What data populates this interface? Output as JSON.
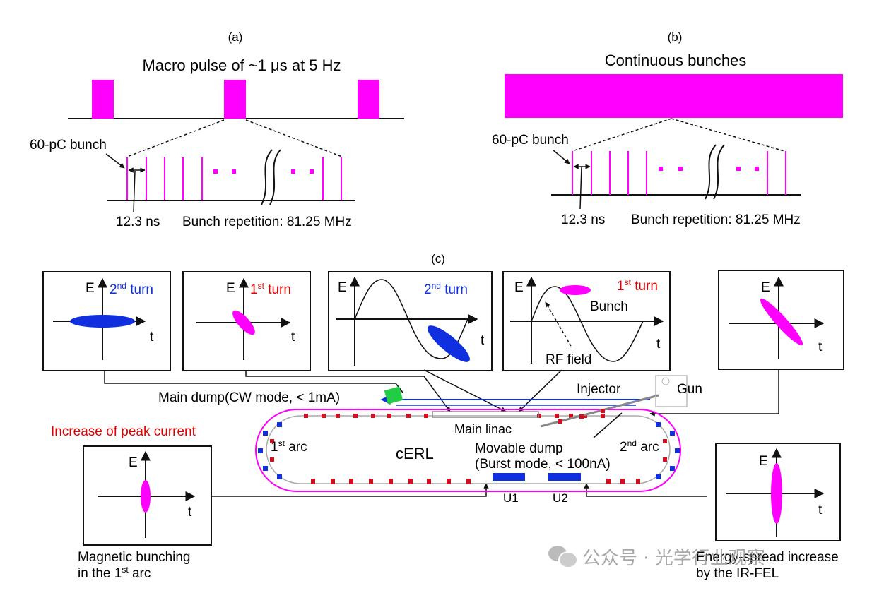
{
  "panel_a": {
    "label": "(a)",
    "title": "Macro pulse of ~1 μs at 5 Hz",
    "bunch_label": "60-pC bunch",
    "spacing_label": "12.3 ns",
    "repetition_label": "Bunch repetition: 81.25 MHz"
  },
  "panel_b": {
    "label": "(b)",
    "title": "Continuous bunches",
    "bunch_label": "60-pC bunch",
    "spacing_label": "12.3 ns",
    "repetition_label": "Bunch repetition: 81.25 MHz"
  },
  "panel_c": {
    "label": "(c)",
    "axis_E": "E",
    "axis_t": "t",
    "turn_2nd_ord": "2",
    "turn_1st_ord": "1",
    "turn_2nd_sup": "nd",
    "turn_1st_sup": "st",
    "turn_word": "turn",
    "bunch_label": "Bunch",
    "rf_field_label": "RF field",
    "main_dump": "Main dump(CW mode, < 1mA)",
    "injector": "Injector",
    "gun": "Gun",
    "main_linac": "Main linac",
    "increase_peak": "Increase of peak current",
    "arc1_ord": "1",
    "arc1_sup": "st",
    "arc1_word": "arc",
    "arc2_ord": "2",
    "arc2_sup": "nd",
    "arc2_word": "arc",
    "cerl": "cERL",
    "movable_dump_1": "Movable dump",
    "movable_dump_2": "(Burst mode, < 100nA)",
    "u1": "U1",
    "u2": "U2",
    "mag_bunching_1": "Magnetic bunching",
    "mag_bunching_2_pre": "in the 1",
    "mag_bunching_2_sup": "st",
    "mag_bunching_2_post": " arc",
    "energy_spread_1": "Energy-spread increase",
    "energy_spread_2": "by the IR-FEL"
  },
  "watermark": {
    "text": "公众号 · 光学行业观察",
    "icon": "wechat-icon"
  },
  "colors": {
    "magenta": "#ff00ff",
    "blue": "#1030e0",
    "red": "#e00000",
    "green": "#22cc44",
    "ink": "#111111"
  }
}
